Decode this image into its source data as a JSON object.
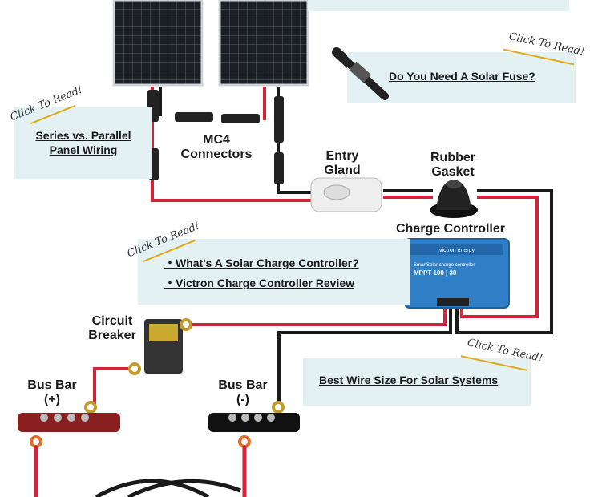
{
  "labels": {
    "mc4": "MC4\nConnectors",
    "entry_gland": "Entry\nGland",
    "rubber_gasket": "Rubber\nGasket",
    "charge_controller": "Charge Controller",
    "circuit_breaker": "Circuit\nBreaker",
    "bus_bar_pos": "Bus Bar\n(+)",
    "bus_bar_neg": "Bus Bar\n(-)"
  },
  "links": {
    "series_parallel": "Series vs. Parallel\nPanel Wiring",
    "solar_fuse": "Do You Need A Solar Fuse?",
    "charge_controller_what": "・What's A Solar Charge Controller?",
    "victron_review": "・Victron Charge Controller Review",
    "wire_size": "Best Wire Size For Solar Systems"
  },
  "cta": "Click To Read!",
  "controller_face": {
    "brand": "victron energy",
    "line1": "SmartSolar charge controller",
    "line2": "MPPT 100 | 30"
  },
  "colors": {
    "red_wire": "#d4223a",
    "black_wire": "#1a1a1a",
    "info_box": "#e3f1f2",
    "accent_gold": "#e0a91a",
    "controller_blue": "#2f7fc6"
  }
}
